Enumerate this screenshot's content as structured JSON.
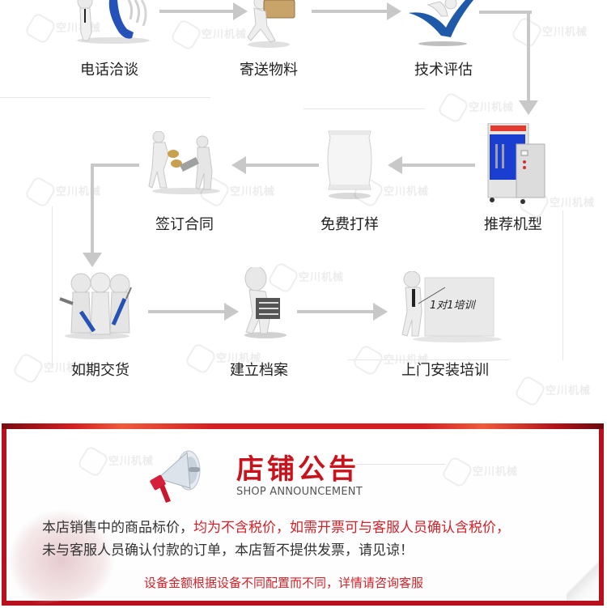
{
  "process": {
    "steps": [
      {
        "id": 1,
        "label": "电话洽谈",
        "icon": "phone-call-figure-icon"
      },
      {
        "id": 2,
        "label": "寄送物料",
        "icon": "delivery-box-figure-icon"
      },
      {
        "id": 3,
        "label": "技术评估",
        "icon": "checkmark-figure-icon"
      },
      {
        "id": 4,
        "label": "推荐机型",
        "icon": "packaging-machine-icon"
      },
      {
        "id": 5,
        "label": "免费打样",
        "icon": "sample-bag-icon"
      },
      {
        "id": 6,
        "label": "签订合同",
        "icon": "handshake-contract-icon"
      },
      {
        "id": 7,
        "label": "如期交货",
        "icon": "team-tools-icon"
      },
      {
        "id": 8,
        "label": "建立档案",
        "icon": "files-figure-icon"
      },
      {
        "id": 9,
        "label": "上门安装培训",
        "icon": "training-board-icon"
      }
    ],
    "training_board_text": "1对1培训",
    "watermark": "空川机械"
  },
  "announcement": {
    "title": "店铺公告",
    "subtitle": "SHOP ANNOUNCEMENT",
    "line1_black": "本店销售中的商品标价，",
    "line1_red": "均为不含税价，如需开票可与客服人员确认含税价，",
    "line2": "未与客服人员确认付款的订单，本店暂不提供发票，请见谅！",
    "note": "设备金额根据设备不同配置而不同，详情请咨询客服",
    "icon": "megaphone-icon",
    "colors": {
      "accent": "#c8131d",
      "border": "#b8101c",
      "text": "#333333"
    }
  }
}
